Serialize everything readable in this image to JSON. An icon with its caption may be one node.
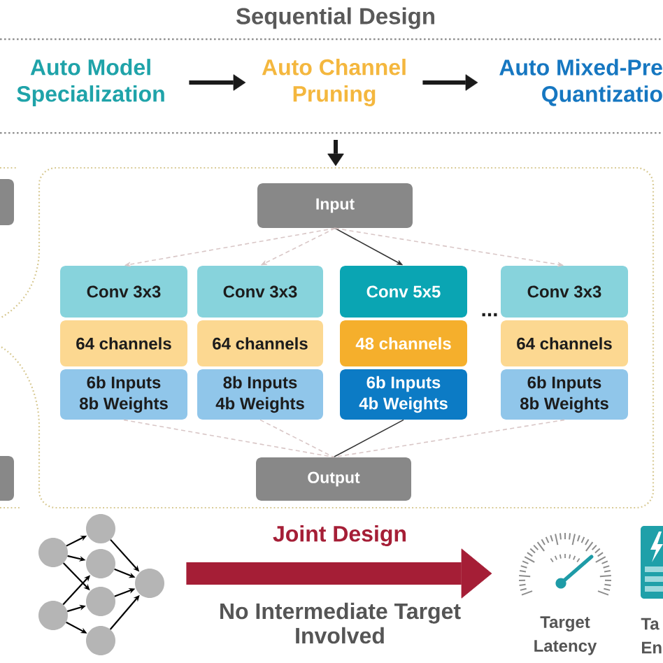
{
  "diagram": {
    "title": "Sequential Design",
    "nodes": [
      {
        "text": [
          "Auto Model Specialization"
        ]
      },
      {
        "text": [
          "Auto Channel Pruning"
        ]
      },
      {
        "text": [
          "Auto Mixed-Pre Quantizatio"
        ]
      },
      {
        "text": [],
        "shape": "box"
      },
      {
        "text": [],
        "shape": "box"
      },
      {
        "text": [],
        "shape": "box"
      },
      {
        "text": [
          "Input"
        ],
        "in": 5
      },
      {
        "text": [
          "Conv 3x3"
        ],
        "in": 5
      },
      {
        "text": [
          "Conv 3x3"
        ],
        "in": 5
      },
      {
        "text": [
          "Conv 5x5"
        ],
        "in": 5
      },
      {
        "text": [
          "Conv 3x3"
        ],
        "in": 5
      },
      {
        "text": [
          "64 channels"
        ],
        "in": 5
      },
      {
        "text": [
          "64 channels"
        ],
        "in": 5
      },
      {
        "text": [
          "48 channels"
        ],
        "in": 5
      },
      {
        "text": [
          "64 channels"
        ],
        "in": 5
      },
      {
        "text": [
          "6b Inputs 8b Weights"
        ],
        "in": 5
      },
      {
        "text": [
          "8b Inputs 4b Weights"
        ],
        "in": 5
      },
      {
        "text": [
          "6b Inputs 4b Weights"
        ],
        "in": 5
      },
      {
        "text": [
          "6b Inputs 8b Weights"
        ],
        "in": 5
      },
      {
        "text": [
          "Output"
        ],
        "in": 5
      },
      {
        "text": [],
        "shape": "picture"
      },
      {
        "text": [],
        "shape": "picture",
        "beside": [
          "Target Latency"
        ]
      },
      {
        "text": [],
        "shape": "picture",
        "beside": [
          "Ta En"
        ]
      }
    ],
    "edges": [
      {
        "from": 0,
        "to": 1,
        "arrow": "to",
        "style": "thick",
        "color": "#1a1a1a"
      },
      {
        "from": 1,
        "to": 2,
        "arrow": "to",
        "style": "thick",
        "color": "#1a1a1a"
      },
      {
        "from": null,
        "to": 5,
        "arrow": "to",
        "style": "thick",
        "color": "#1a1a1a"
      },
      {
        "from": 6,
        "to": 7,
        "arrow": "to",
        "style": "dashed"
      },
      {
        "from": 6,
        "to": 8,
        "arrow": "to",
        "style": "dashed"
      },
      {
        "from": 6,
        "to": 9,
        "arrow": "to",
        "color": "#333333"
      },
      {
        "from": 6,
        "to": 10,
        "arrow": "to",
        "style": "dashed"
      },
      {
        "from": 15,
        "to": 19,
        "arrow": "none",
        "style": "dashed"
      },
      {
        "from": 16,
        "to": 19,
        "arrow": "none",
        "style": "dashed"
      },
      {
        "from": 17,
        "to": 19,
        "arrow": "none",
        "color": "#333333"
      },
      {
        "from": 18,
        "to": 19,
        "arrow": "none",
        "style": "dashed"
      },
      {
        "from": 20,
        "to": 21,
        "arrow": "to",
        "style": "thick",
        "color": "#a51e36",
        "label": "Joint Design"
      }
    ],
    "labels": [
      "No Intermediate Target Involved",
      "..."
    ]
  }
}
